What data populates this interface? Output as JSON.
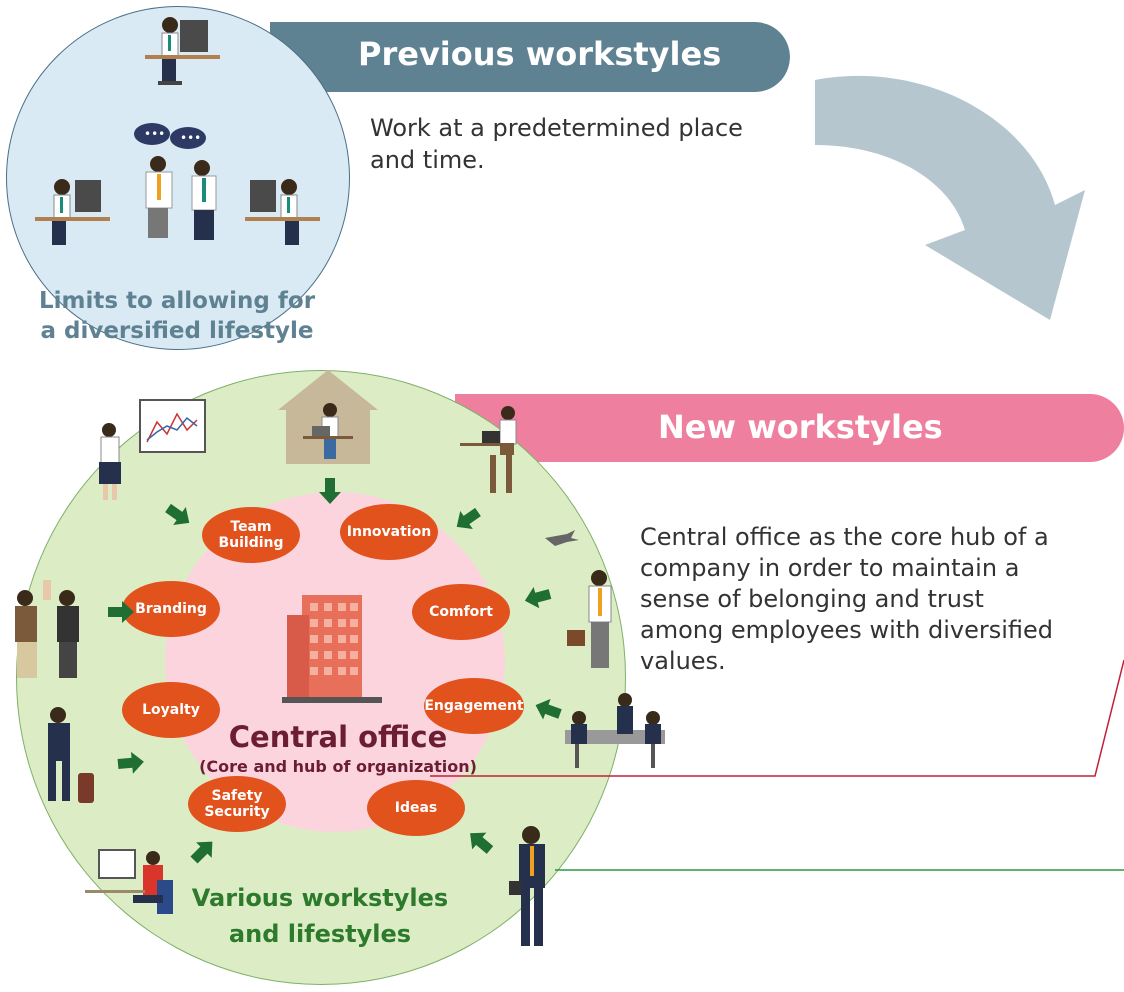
{
  "previous": {
    "title": "Previous workstyles",
    "description": "Work at a predetermined place and time.",
    "limits_line1": "Limits to allowing for",
    "limits_line2": "a diversified lifestyle"
  },
  "new": {
    "title": "New workstyles",
    "description_lines": [
      "Central office as the core hub of a",
      "company in order to maintain a",
      "sense of belonging and trust",
      "among employees with diversified",
      "values."
    ]
  },
  "central": {
    "title": "Central office",
    "subtitle": "(Core and hub of organization)"
  },
  "values": {
    "team_building_1": "Team",
    "team_building_2": "Building",
    "innovation": "Innovation",
    "branding": "Branding",
    "comfort": "Comfort",
    "loyalty": "Loyalty",
    "engagement": "Engagement",
    "safety_1": "Safety",
    "safety_2": "Security",
    "ideas": "Ideas"
  },
  "various": {
    "line1": "Various workstyles",
    "line2": "and lifestyles"
  },
  "colors": {
    "previous_banner": "#5f8293",
    "previous_circle": "#d9eaf4",
    "new_banner": "#ef7f9e",
    "outer_circle": "#dcedc6",
    "inner_circle": "#fcd4dd",
    "pill": "#e1521d",
    "arrow_green": "#1f6e33",
    "central_text": "#6b1d36",
    "various_text": "#2d7a2d",
    "big_arrow": "#b5c6cf"
  }
}
